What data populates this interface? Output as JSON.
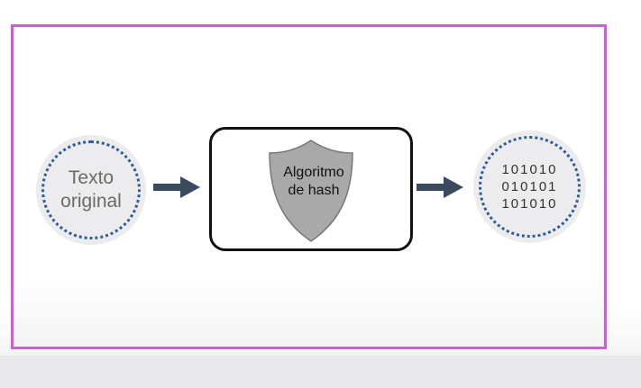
{
  "diagram": {
    "input_label_line1": "Texto",
    "input_label_line2": "original",
    "process_label_line1": "Algoritmo",
    "process_label_line2": "de hash",
    "output_bits": [
      "101010",
      "010101",
      "101010"
    ],
    "icons": {
      "arrow": "right-arrow-icon",
      "shield": "shield-icon"
    },
    "colors": {
      "frame_border": "#c466c8",
      "dotted_ring": "#2f5c9a",
      "arrow": "#3a4a5e",
      "shield_fill": "#a9a9a9"
    }
  }
}
